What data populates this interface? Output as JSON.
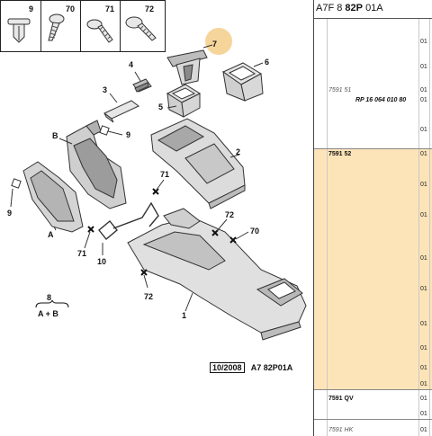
{
  "fastener_box": {
    "labels": [
      "9",
      "70",
      "71",
      "72"
    ]
  },
  "callouts": {
    "c7": "7",
    "c6": "6",
    "c4": "4",
    "c3": "3",
    "c5": "5",
    "c2": "2",
    "cB": "B",
    "c9a": "9",
    "c9b": "9",
    "cA": "A",
    "c71a": "71",
    "c72a": "72",
    "c70": "70",
    "c71b": "71",
    "c10": "10",
    "c72b": "72",
    "c1": "1",
    "c8": "8",
    "c8sub": "A + B"
  },
  "caption": {
    "date": "10/2008",
    "ref": "A7 82P01A"
  },
  "ref_panel": {
    "title_a": "A7F 8",
    "title_b": "82P",
    "title_c": "01A",
    "rows": [
      {
        "code": "7591 51",
        "style": "it",
        "ref": "RP 16 064 010 80"
      },
      {
        "code": "7591 52",
        "style": "bold",
        "ref": ""
      },
      {
        "code": "7591 QV",
        "style": "bold",
        "ref": ""
      },
      {
        "code": "7591 HK",
        "style": "it",
        "ref": ""
      }
    ],
    "indicators": [
      "01",
      "01",
      "01",
      "01",
      "01",
      "01",
      "01",
      "01",
      "01",
      "01",
      "01",
      "01",
      "01",
      "01",
      "01",
      "01",
      "01"
    ]
  },
  "colors": {
    "highlight": "#fde4b8",
    "marker": "#f3c77a",
    "text": "#111111"
  }
}
